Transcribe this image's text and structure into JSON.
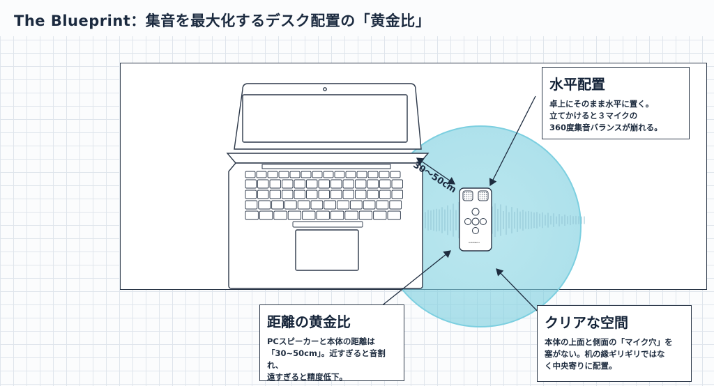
{
  "title": "The Blueprint：集音を最大化するデスク配置の「黄金比」",
  "distance_label": "30〜50cm",
  "callouts": {
    "horizontal": {
      "heading": "水平配置",
      "lines": [
        "卓上にそのまま水平に置く。",
        "立てかけると３マイクの",
        "360度集音バランスが崩れる。"
      ]
    },
    "distance": {
      "heading": "距離の黄金比",
      "lines": [
        "PCスピーカーと本体の距離は",
        "「30~50cm」。近すぎると音割れ、",
        "遠すぎると精度低下。"
      ]
    },
    "space": {
      "heading": "クリアな空間",
      "lines": [
        "本体の上面と側面の「マイク穴」を",
        "塞がない。机の縁ギリギリではな",
        "く中央寄りに配置。"
      ]
    }
  },
  "device": {
    "brand": "AutoMemo"
  },
  "colors": {
    "accent": "#7ccfe0",
    "ink": "#2b3748"
  }
}
